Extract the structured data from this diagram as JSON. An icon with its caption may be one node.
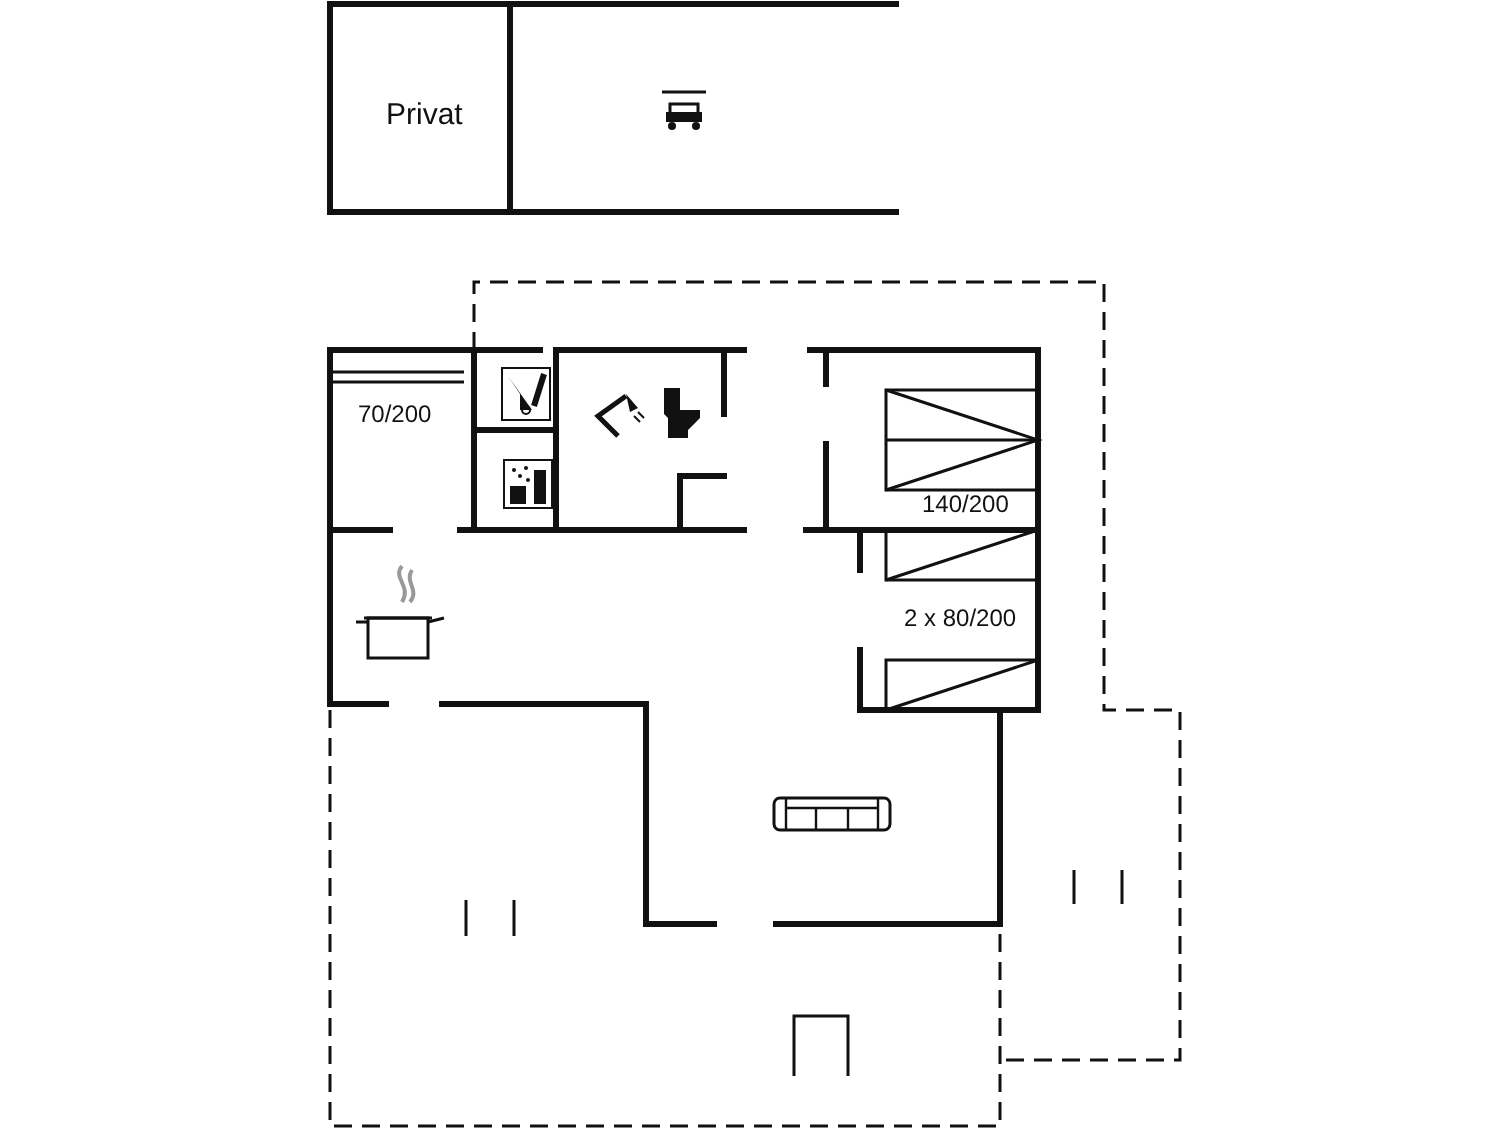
{
  "diagram": {
    "labels": [
      "Privat",
      "70/200",
      "140/200",
      "2 x 80/200"
    ]
  }
}
